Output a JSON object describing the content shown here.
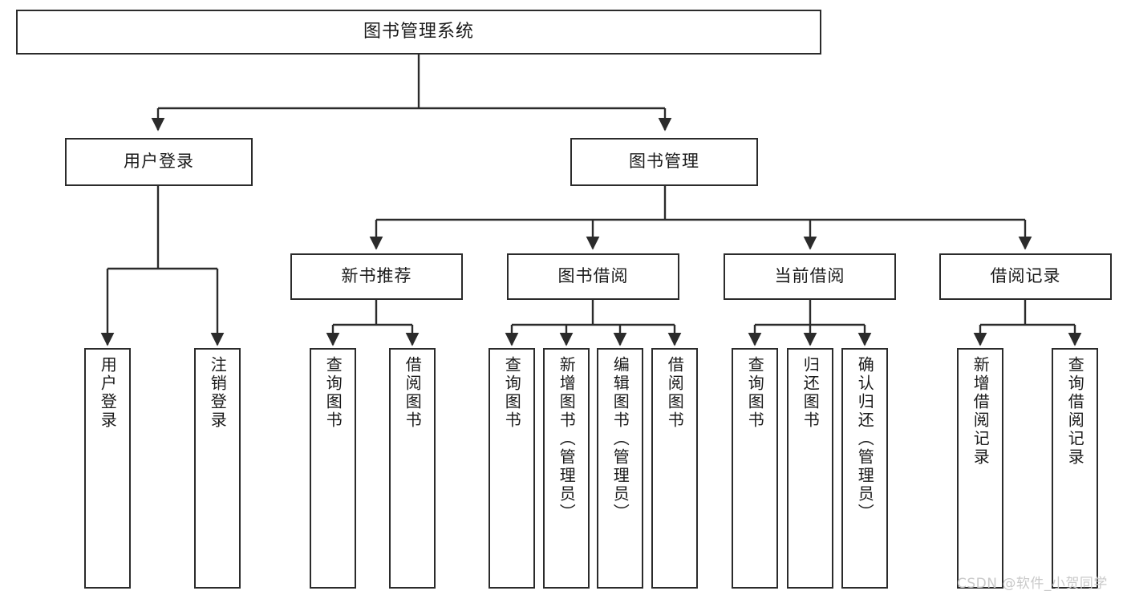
{
  "diagram": {
    "title": "图书管理系统",
    "type": "tree",
    "colors": {
      "border": "#2b2b2b",
      "box_fill": "#ffffff",
      "text": "#1a1a1a",
      "edge": "#2b2b2b",
      "watermark": "#c9c9c9",
      "background": "#ffffff"
    },
    "levels": {
      "root": {
        "label": "图书管理系统"
      },
      "level2": [
        {
          "id": "user-login",
          "label": "用户登录"
        },
        {
          "id": "book-management",
          "label": "图书管理"
        }
      ],
      "level3": [
        {
          "id": "new-book-recommend",
          "label": "新书推荐",
          "parent": "book-management"
        },
        {
          "id": "book-borrow",
          "label": "图书借阅",
          "parent": "book-management"
        },
        {
          "id": "current-borrow",
          "label": "当前借阅",
          "parent": "book-management"
        },
        {
          "id": "borrow-record",
          "label": "借阅记录",
          "parent": "book-management"
        }
      ],
      "leaves": [
        {
          "id": "leaf-user-login",
          "label": "用户登录",
          "parent": "user-login"
        },
        {
          "id": "leaf-logout-login",
          "label": "注销登录",
          "parent": "user-login"
        },
        {
          "id": "leaf-query-book-1",
          "label": "查询图书",
          "parent": "new-book-recommend"
        },
        {
          "id": "leaf-borrow-book-1",
          "label": "借阅图书",
          "parent": "new-book-recommend"
        },
        {
          "id": "leaf-query-book-2",
          "label": "查询图书",
          "parent": "book-borrow"
        },
        {
          "id": "leaf-add-book",
          "label": "新增图书（管理员）",
          "parent": "book-borrow"
        },
        {
          "id": "leaf-edit-book",
          "label": "编辑图书（管理员）",
          "parent": "book-borrow"
        },
        {
          "id": "leaf-borrow-book-2",
          "label": "借阅图书",
          "parent": "book-borrow"
        },
        {
          "id": "leaf-query-book-3",
          "label": "查询图书",
          "parent": "current-borrow"
        },
        {
          "id": "leaf-return-book",
          "label": "归还图书",
          "parent": "current-borrow"
        },
        {
          "id": "leaf-confirm-return",
          "label": "确认归还（管理员）",
          "parent": "current-borrow"
        },
        {
          "id": "leaf-add-record",
          "label": "新增借阅记录",
          "parent": "borrow-record"
        },
        {
          "id": "leaf-query-record",
          "label": "查询借阅记录",
          "parent": "borrow-record"
        }
      ]
    }
  },
  "watermark": {
    "text": "CSDN @软件_小贺同学"
  }
}
